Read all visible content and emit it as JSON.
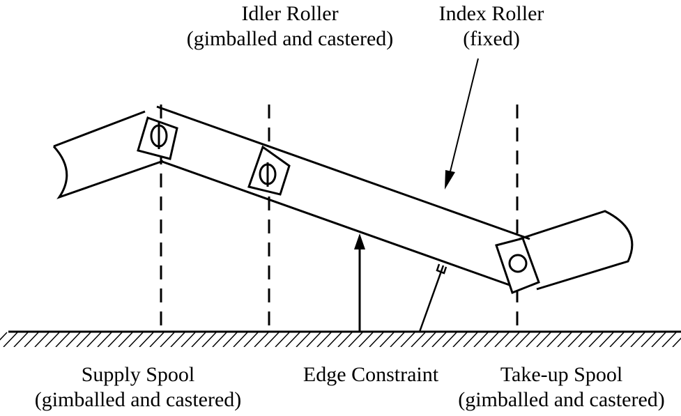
{
  "labels": {
    "idler_roller": {
      "name": "Idler Roller",
      "detail": "(gimballed and castered)"
    },
    "index_roller": {
      "name": "Index Roller",
      "detail": "(fixed)"
    },
    "supply_spool": {
      "name": "Supply Spool",
      "detail": "(gimballed and castered)"
    },
    "edge_constraint": {
      "name": "Edge Constraint"
    },
    "takeup_spool": {
      "name": "Take-up Spool",
      "detail": "(gimballed and castered)"
    }
  },
  "colors": {
    "ink": "#000000",
    "background": "#ffffff"
  }
}
